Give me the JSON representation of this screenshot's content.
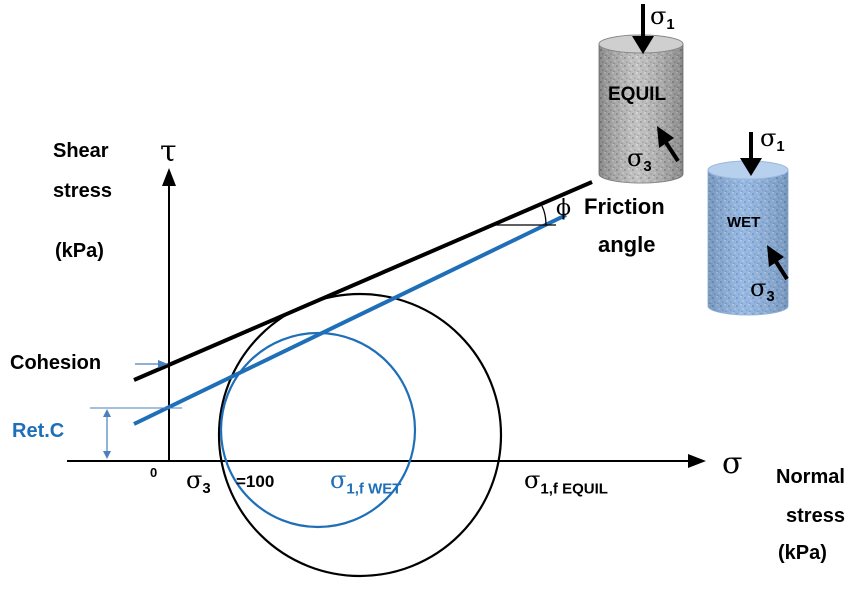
{
  "axes": {
    "y_symbol": "τ",
    "y_label_line1": "Shear",
    "y_label_line2": "stress",
    "y_label_line3": "(kPa)",
    "x_symbol": "σ",
    "x_label_line1": "Normal",
    "x_label_line2": "stress",
    "x_label_line3": "(kPa)",
    "origin": "0"
  },
  "annotations": {
    "cohesion": "Cohesion",
    "ret_c": "Ret.C",
    "friction_line1": "Friction",
    "friction_line2": "angle",
    "phi": "ϕ"
  },
  "stresses": {
    "sigma3_symbol": "σ",
    "sigma3_sub": "3",
    "sigma3_value": "=100",
    "sigma1_wet_symbol": "σ",
    "sigma1_wet_sub": "1,f WET",
    "sigma1_equil_symbol": "σ",
    "sigma1_equil_sub": "1,f EQUIL"
  },
  "samples": {
    "equil": {
      "label": "EQUIL",
      "sigma1_symbol": "σ",
      "sigma1_sub": "1",
      "sigma3_symbol": "σ",
      "sigma3_sub": "3"
    },
    "wet": {
      "label": "WET",
      "sigma1_symbol": "σ",
      "sigma1_sub": "1",
      "sigma3_symbol": "σ",
      "sigma3_sub": "3"
    }
  },
  "colors": {
    "black": "#000000",
    "blue": "#1f6fb8",
    "equil_fill": "#b9b9b9",
    "wet_fill": "#8fb3e0"
  }
}
